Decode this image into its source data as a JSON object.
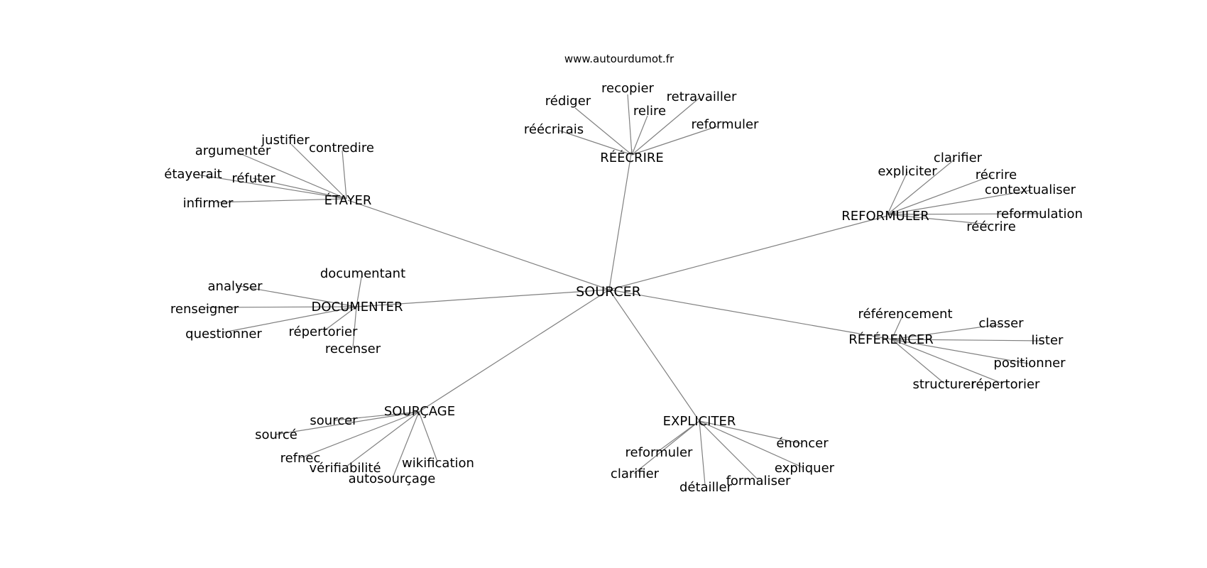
{
  "source_credit": "www.autourdumot.fr",
  "center": "SOURCER",
  "groups": [
    {
      "hub": "RÉÉCRIRE",
      "leaves": [
        "rédiger",
        "recopier",
        "retravailler",
        "relire",
        "reformuler",
        "réécrirais"
      ]
    },
    {
      "hub": "ÉTAYER",
      "leaves": [
        "justifier",
        "argumenter",
        "contredire",
        "étayerait",
        "réfuter",
        "infirmer"
      ]
    },
    {
      "hub": "REFORMULER",
      "leaves": [
        "clarifier",
        "expliciter",
        "récrire",
        "contextualiser",
        "reformulation",
        "réécrire"
      ]
    },
    {
      "hub": "DOCUMENTER",
      "leaves": [
        "documentant",
        "analyser",
        "renseigner",
        "questionner",
        "répertorier",
        "recenser"
      ]
    },
    {
      "hub": "RÉFÉRENCER",
      "leaves": [
        "référencement",
        "classer",
        "lister",
        "positionner",
        "structurer",
        "répertorier"
      ]
    },
    {
      "hub": "SOURÇAGE",
      "leaves": [
        "sourcer",
        "sourcé",
        "refnec",
        "vérifiabilité",
        "wikification",
        "autosourçage"
      ]
    },
    {
      "hub": "EXPLICITER",
      "leaves": [
        "énoncer",
        "reformuler",
        "expliquer",
        "clarifier",
        "formaliser",
        "détailler"
      ]
    }
  ]
}
